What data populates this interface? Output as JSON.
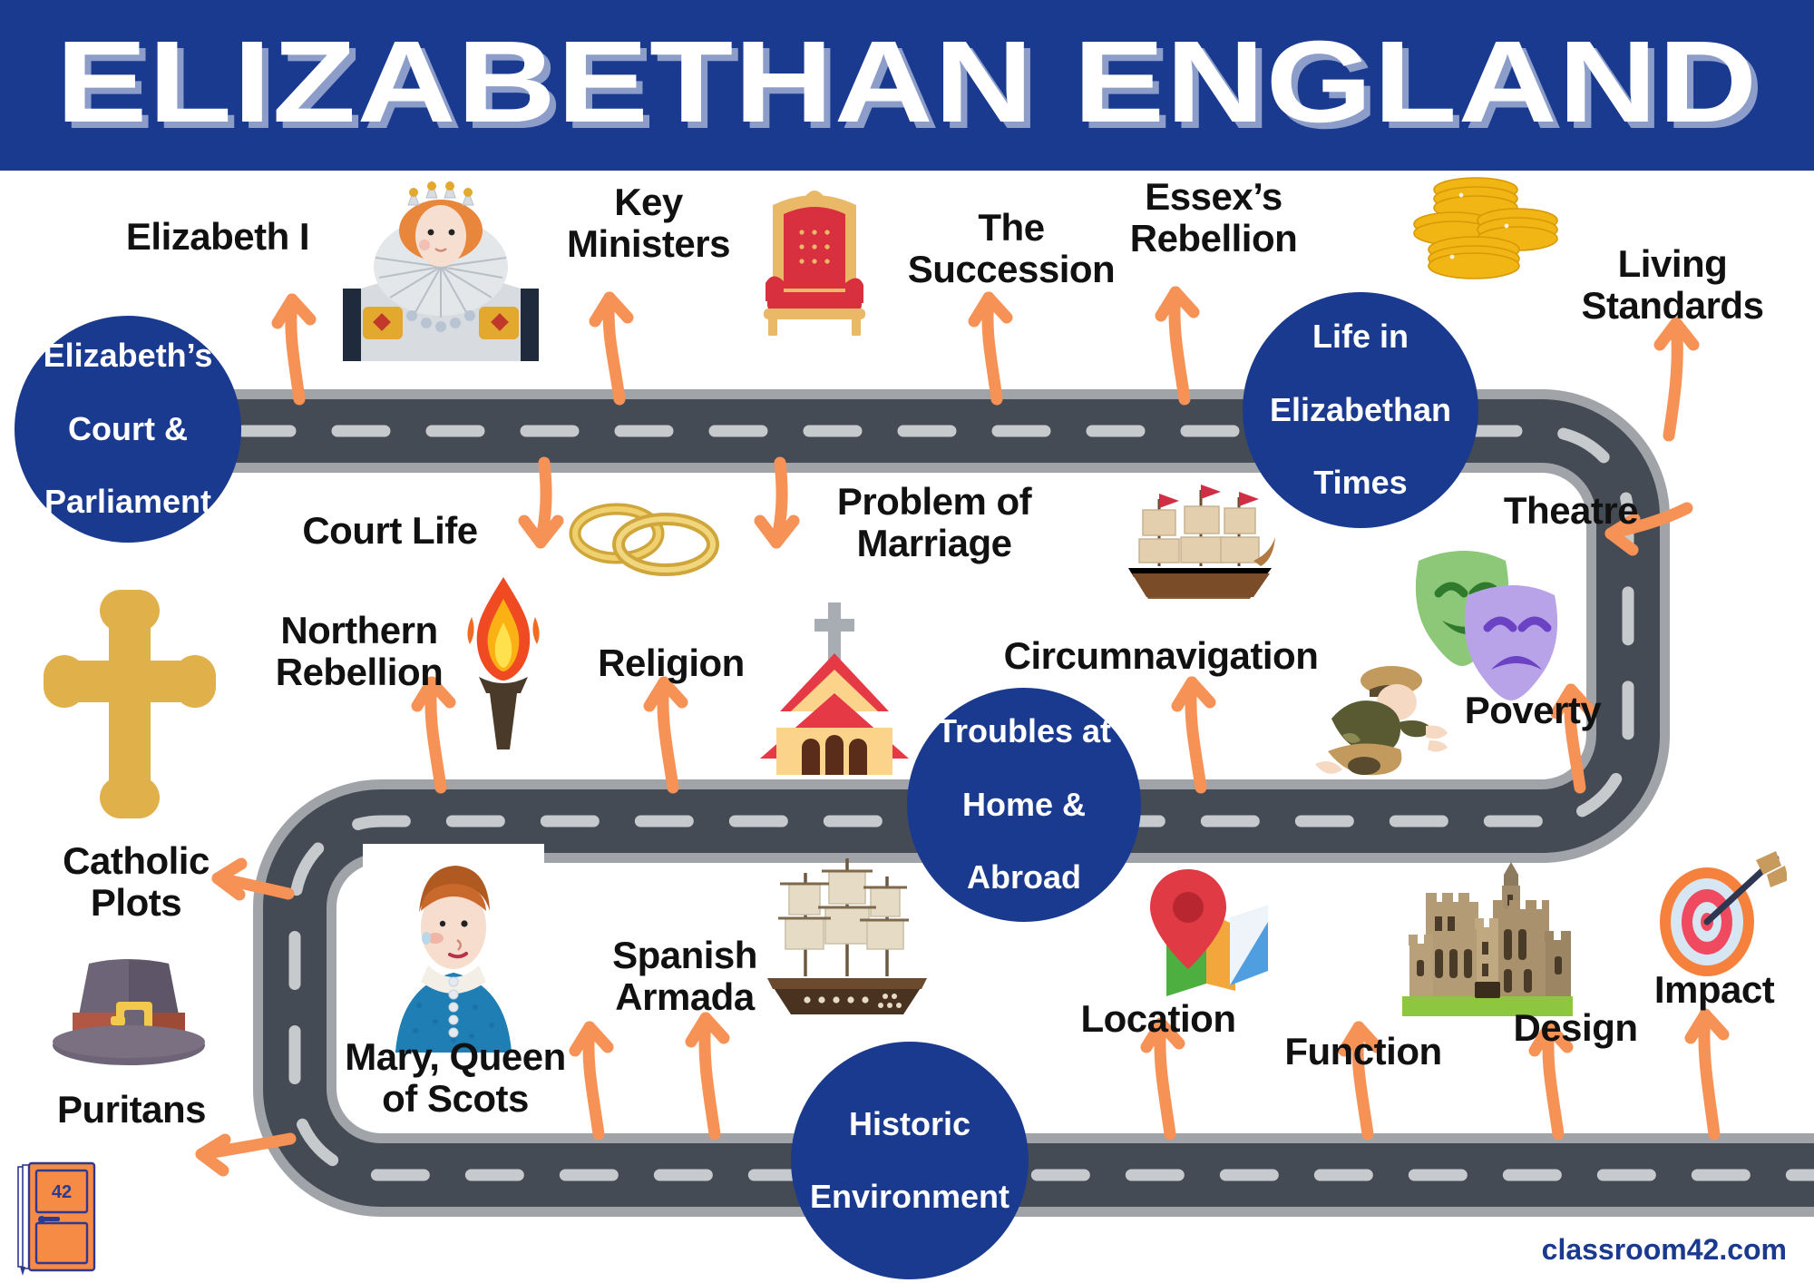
{
  "header": {
    "title": "ELIZABETHAN ENGLAND",
    "banner_color": "#1a3a8f",
    "title_color": "#ffffff"
  },
  "theme": {
    "accent_blue": "#1a3a8f",
    "arrow_orange": "#f79256",
    "road_asphalt": "#454b54",
    "road_border": "#a0a3a8",
    "road_dash": "#c7cacd",
    "label_black": "#111111"
  },
  "topics": [
    {
      "id": "court-parliament",
      "label": "Elizabeth’s\nCourt &\nParliament",
      "line1": "Elizabeth’s",
      "line2": "Court &",
      "line3": "Parliament"
    },
    {
      "id": "life-in-elizabethan-times",
      "label": "Life in\nElizabethan\nTimes",
      "line1": "Life in",
      "line2": "Elizabethan",
      "line3": "Times"
    },
    {
      "id": "troubles-home-abroad",
      "label": "Troubles at\nHome &\nAbroad",
      "line1": "Troubles at",
      "line2": "Home &",
      "line3": "Abroad"
    },
    {
      "id": "historic-environment",
      "label": "Historic\nEnvironment",
      "line1": "Historic",
      "line2": "Environment",
      "line3": ""
    }
  ],
  "subtopics": [
    {
      "id": "elizabeth-i",
      "line1": "Elizabeth I",
      "line2": "",
      "icon": "queen-elizabeth-portrait-icon"
    },
    {
      "id": "key-ministers",
      "line1": "Key",
      "line2": "Ministers",
      "icon": "throne-icon"
    },
    {
      "id": "the-succession",
      "line1": "The",
      "line2": "Succession",
      "icon": ""
    },
    {
      "id": "essexs-rebellion",
      "line1": "Essex’s",
      "line2": "Rebellion",
      "icon": ""
    },
    {
      "id": "living-standards",
      "line1": "Living",
      "line2": "Standards",
      "icon": "gold-coins-icon"
    },
    {
      "id": "court-life",
      "line1": "Court Life",
      "line2": "",
      "icon": ""
    },
    {
      "id": "problem-of-marriage",
      "line1": "Problem of",
      "line2": "Marriage",
      "icon": "wedding-rings-icon"
    },
    {
      "id": "theatre",
      "line1": "Theatre",
      "line2": "",
      "icon": "theatre-masks-icon"
    },
    {
      "id": "northern-rebellion",
      "line1": "Northern",
      "line2": "Rebellion",
      "icon": "torch-icon"
    },
    {
      "id": "religion",
      "line1": "Religion",
      "line2": "",
      "icon": "church-icon"
    },
    {
      "id": "circumnavigation",
      "line1": "Circumnavigation",
      "line2": "",
      "icon": "galleon-ship-icon"
    },
    {
      "id": "poverty",
      "line1": "Poverty",
      "line2": "",
      "icon": "beggar-icon"
    },
    {
      "id": "catholic-plots",
      "line1": "Catholic",
      "line2": "Plots",
      "icon": "golden-cross-icon"
    },
    {
      "id": "puritans",
      "line1": "Puritans",
      "line2": "",
      "icon": "pilgrim-hat-icon"
    },
    {
      "id": "mary-queen-of-scots",
      "line1": "Mary, Queen",
      "line2": "of Scots",
      "icon": "mary-portrait-icon"
    },
    {
      "id": "spanish-armada",
      "line1": "Spanish",
      "line2": "Armada",
      "icon": "armada-ship-icon"
    },
    {
      "id": "location",
      "line1": "Location",
      "line2": "",
      "icon": "map-pin-icon"
    },
    {
      "id": "function",
      "line1": "Function",
      "line2": "",
      "icon": ""
    },
    {
      "id": "design",
      "line1": "Design",
      "line2": "",
      "icon": "castle-icon"
    },
    {
      "id": "impact",
      "line1": "Impact",
      "line2": "",
      "icon": "target-dartboard-icon"
    }
  ],
  "footer": {
    "brand": "classroom42.com",
    "door_number": "42"
  }
}
